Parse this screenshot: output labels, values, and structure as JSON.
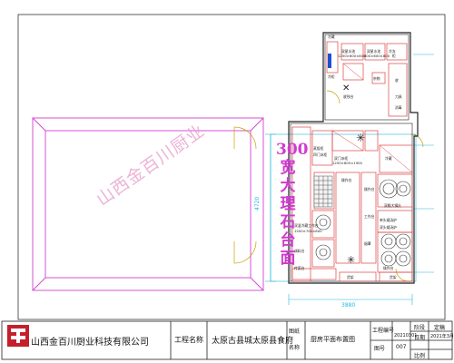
{
  "watermark": "山西金百川厨业",
  "counter_note": "300宽大理石台面",
  "dimensions": {
    "height": "4720",
    "width": "3880"
  },
  "labels": {
    "l1": "冷藏",
    "l2": "冷柜",
    "l3": "双星水池",
    "l4": "1250×600×800",
    "l5": "双星水池",
    "l6": "600×600×800",
    "l7": "冷冻",
    "l8": "柜",
    "l9": "杂物",
    "l10": "收",
    "l11": "收残台",
    "l12": "刀具",
    "l13": "消毒",
    "l14": "双门冰柜",
    "l15": "1250×800×1900",
    "l16": "蒸饭柜",
    "l17": "四门冰柜",
    "l18": "操作台",
    "l19": "双眼大锅灶",
    "l20": "双温冷藏工作台",
    "l21": "1500×700×800",
    "l22": "单头矮汤炉",
    "l23": "双头矮汤炉",
    "l24": "操作台",
    "l25": "工作台",
    "l26": "调料台",
    "l27": "烟罩",
    "l28": "传菜台",
    "l29": "操作台",
    "l30": "冷藏",
    "l31": "货架",
    "l32": "货架"
  },
  "title_block": {
    "company": "山西金百川厨业科技有限公司",
    "project_label": "工程名称",
    "project": "太原古县城太原县食府",
    "drawing_label": "图纸",
    "name_label": "名称",
    "drawing": "厨房平面布置图",
    "no_label": "工程编号",
    "no_value": "20210301",
    "sheet_label": "图号",
    "sheet_value": "007",
    "stage_label": "阶段",
    "stage_value": "定稿",
    "date_label": "日期",
    "date_value": "2021年3月",
    "scale_label": "比例"
  }
}
